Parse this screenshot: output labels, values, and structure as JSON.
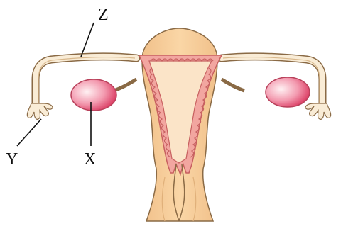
{
  "labels": {
    "z": "Z",
    "y": "Y",
    "x": "X"
  },
  "colors": {
    "tissue": "#f7cf9c",
    "tissue_dark": "#e8b57c",
    "outline": "#8a6a45",
    "lining": "#f2a6a0",
    "lining_outline": "#c76060",
    "cavity": "#fbe4c8",
    "ovary_center": "#fde6ea",
    "ovary_edge": "#e0506e",
    "tube": "#f9ecd6",
    "leader": "#111111"
  }
}
